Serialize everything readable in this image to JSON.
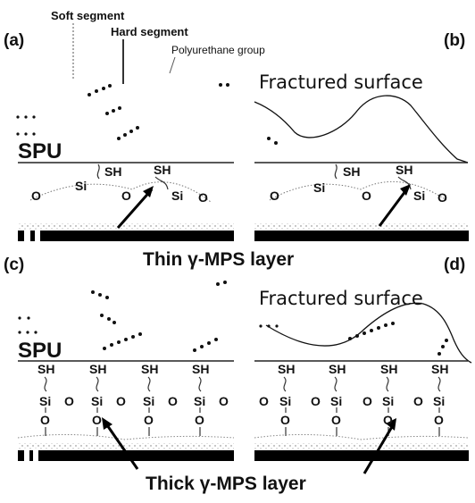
{
  "panels": {
    "a": "(a)",
    "b": "(b)",
    "c": "(c)",
    "d": "(d)"
  },
  "legend": {
    "soft_segment": "Soft segment",
    "hard_segment": "Hard segment",
    "polyurethane_group": "Polyurethane group"
  },
  "labels": {
    "spu": "SPU",
    "fractured_surface": "Fractured surface",
    "thin_layer": "Thin γ-MPS layer",
    "thick_layer": "Thick γ-MPS layer",
    "sh": "SH",
    "si": "Si",
    "o": "O"
  }
}
